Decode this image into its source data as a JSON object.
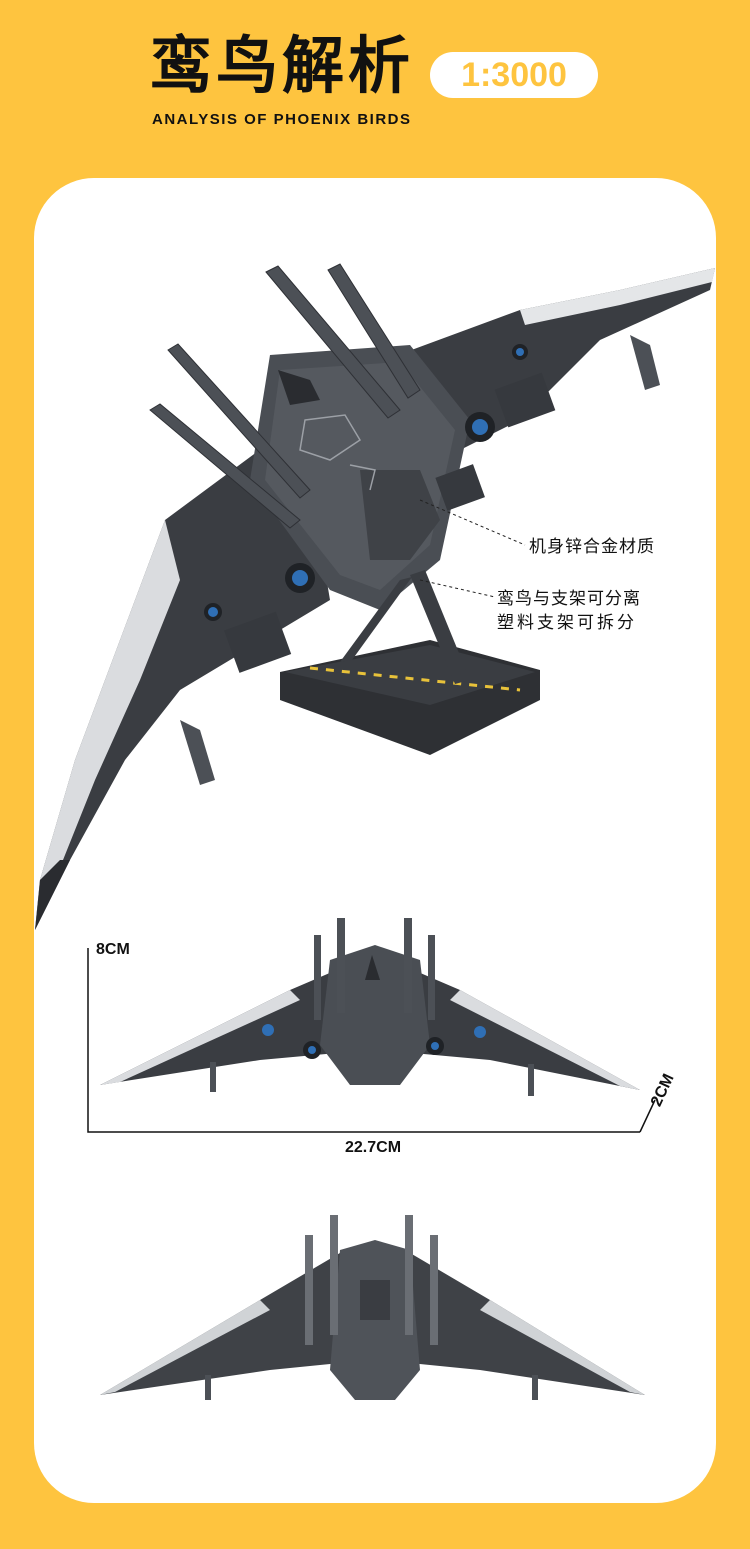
{
  "header": {
    "title": "鸾鸟解析",
    "scale": "1:3000",
    "subtitle": "ANALYSIS OF PHOENIX BIRDS"
  },
  "callouts": {
    "body_material": "机身锌合金材质",
    "stand_line1": "鸾鸟与支架可分离",
    "stand_line2": "塑料支架可拆分"
  },
  "dimensions": {
    "height": "8CM",
    "width": "22.7CM",
    "depth": "2CM"
  },
  "colors": {
    "background": "#FEC43F",
    "card": "#FFFFFF",
    "model_dark": "#3A3D42",
    "model_mid": "#55595F",
    "accent_blue": "#2F6FB5"
  }
}
